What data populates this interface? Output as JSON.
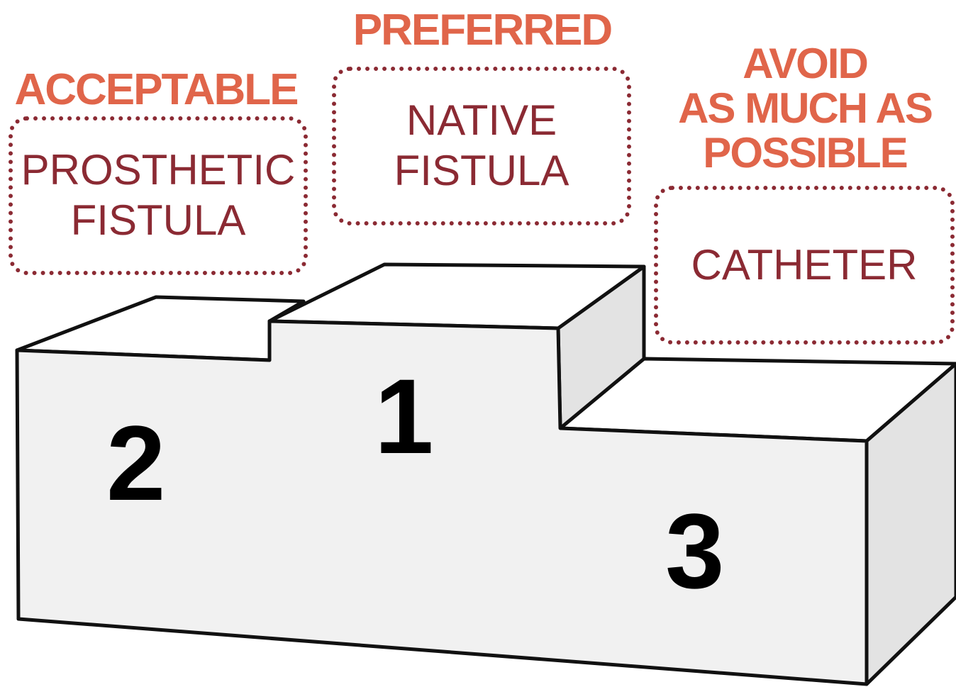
{
  "places": [
    {
      "rank": "1",
      "status": "PREFERRED",
      "access": "NATIVE\nFISTULA"
    },
    {
      "rank": "2",
      "status": "ACCEPTABLE",
      "access": "PROSTHETIC\nFISTULA"
    },
    {
      "rank": "3",
      "status": "AVOID\nAS MUCH AS\nPOSSIBLE",
      "access": "CATHETER"
    }
  ],
  "colors": {
    "status": "#e0654a",
    "access": "#8b2a33",
    "podium_front": "#f1f1f1",
    "podium_side": "#e3e3e3",
    "podium_top": "#ffffff",
    "outline": "#111111"
  }
}
